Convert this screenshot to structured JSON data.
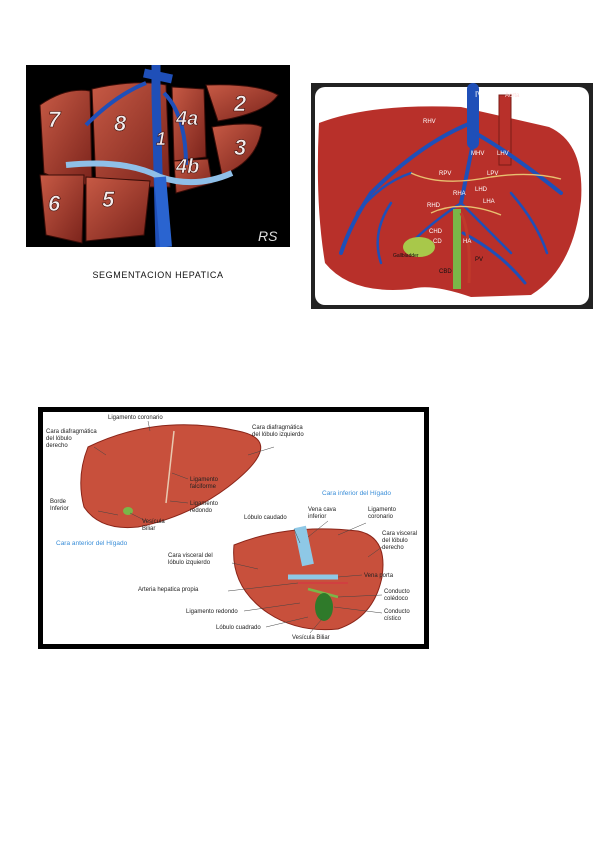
{
  "segments_figure": {
    "labels": [
      "7",
      "8",
      "1",
      "4a",
      "2",
      "3",
      "4b",
      "6",
      "5"
    ],
    "signature": "RS"
  },
  "caption": "SEGMENTACION HEPATICA",
  "vessels_figure": {
    "labels": [
      "IVC",
      "Aorta",
      "RHV",
      "MHV",
      "LHV",
      "RPV",
      "LPV",
      "RHA",
      "LHA",
      "RHD",
      "LHD",
      "CHD",
      "CD",
      "HA",
      "PV",
      "CBD",
      "Gallbladder"
    ]
  },
  "faces_figure": {
    "anterior_title": "Cara anterior del Hígado",
    "inferior_title": "Cara inferior del Hígado",
    "labels": {
      "lig_coronario_top": "Ligamento coronario",
      "cara_diaf_der": [
        "Cara diafragmática",
        "del lóbulo",
        "derecho"
      ],
      "cara_diaf_izq": [
        "Cara diafragmática",
        "del lóbulo izquierdo"
      ],
      "lig_falciforme": [
        "Ligamento",
        "falciforme"
      ],
      "lig_redondo_ant": [
        "Ligamento",
        "redondo"
      ],
      "borde_inferior": [
        "Borde",
        "Inferior"
      ],
      "vesicula_ant": [
        "Vesícula",
        "Biliar"
      ],
      "lobulo_caudado": "Lóbulo caudado",
      "vena_cava": [
        "Vena cava",
        "inferior"
      ],
      "lig_coronario_inf": [
        "Ligamento",
        "coronario"
      ],
      "cara_visc_der": [
        "Cara visceral",
        "del lóbulo",
        "derecho"
      ],
      "cara_visc_izq": [
        "Cara visceral del",
        "lóbulo izquierdo"
      ],
      "vena_porta": "Vena porta",
      "arteria_hepatica": "Arteria hepatica propia",
      "conducto_coledoco": [
        "Conducto",
        "colédoco"
      ],
      "lig_redondo_inf": "Ligamento redondo",
      "conducto_cistico": [
        "Conducto",
        "cístico"
      ],
      "lobulo_cuadrado": "Lóbulo cuadrado",
      "vesicula_inf": "Vesícula Biliar"
    }
  },
  "colors": {
    "liver_red": "#b8302a",
    "vein_blue": "#1f4fb8",
    "title_blue": "#3a8ed8",
    "bile_green": "#7ab648"
  }
}
